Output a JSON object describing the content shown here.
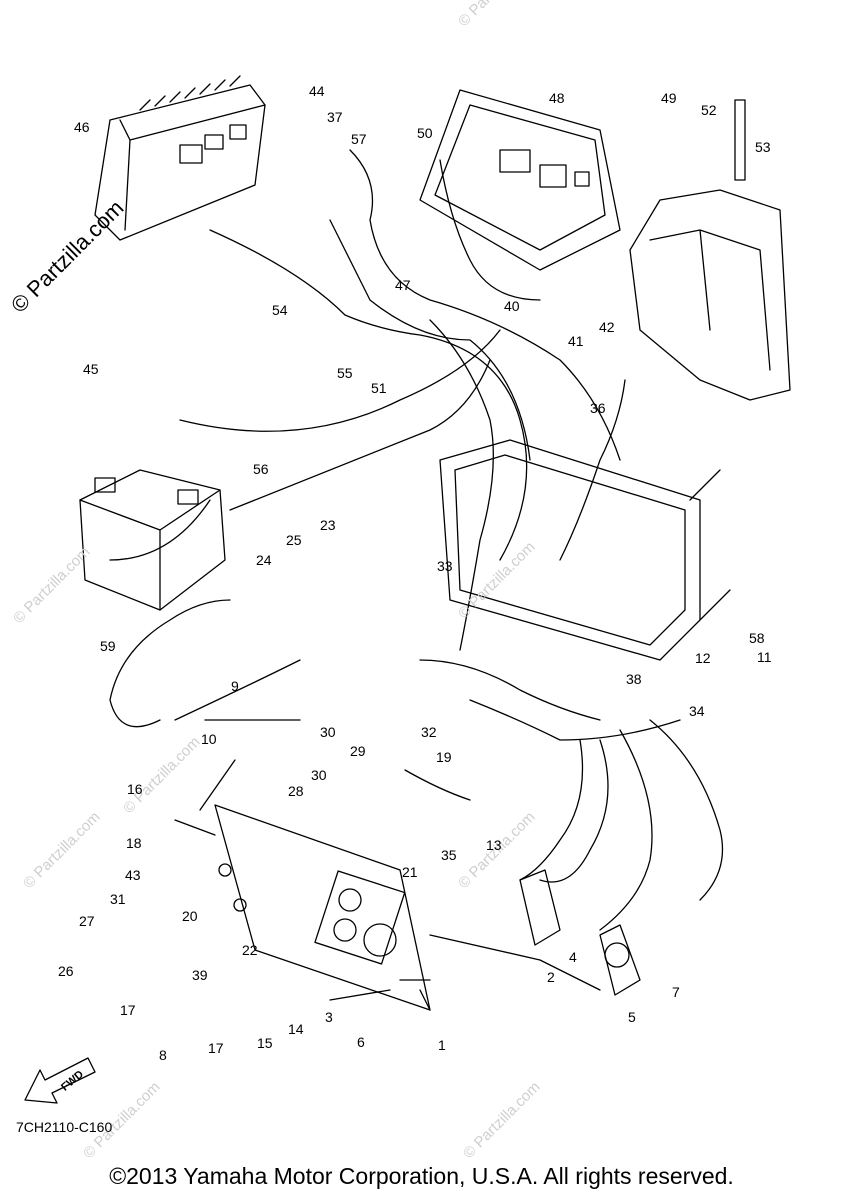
{
  "watermark": {
    "main": "© Partzilla.com",
    "faint": [
      "© Partzilla.com",
      "© Partzilla.com",
      "© Partzilla.com",
      "© Partzilla.com",
      "© Partzilla.com",
      "© Partzilla.com",
      "© Partzilla.com",
      "© Partzilla.com"
    ]
  },
  "callouts": [
    "1",
    "2",
    "3",
    "4",
    "5",
    "6",
    "7",
    "8",
    "9",
    "10",
    "11",
    "12",
    "13",
    "14",
    "15",
    "16",
    "17",
    "17",
    "18",
    "19",
    "20",
    "21",
    "22",
    "23",
    "24",
    "25",
    "26",
    "27",
    "28",
    "29",
    "30",
    "30",
    "31",
    "32",
    "33",
    "34",
    "35",
    "36",
    "37",
    "38",
    "39",
    "40",
    "41",
    "42",
    "43",
    "44",
    "45",
    "46",
    "47",
    "48",
    "49",
    "50",
    "51",
    "52",
    "53",
    "54",
    "55",
    "56",
    "57",
    "58",
    "59"
  ],
  "fwd_label": "FWD",
  "diagram_code": "7CH2110-C160",
  "copyright": "©2013 Yamaha Motor Corporation, U.S.A. All rights reserved."
}
